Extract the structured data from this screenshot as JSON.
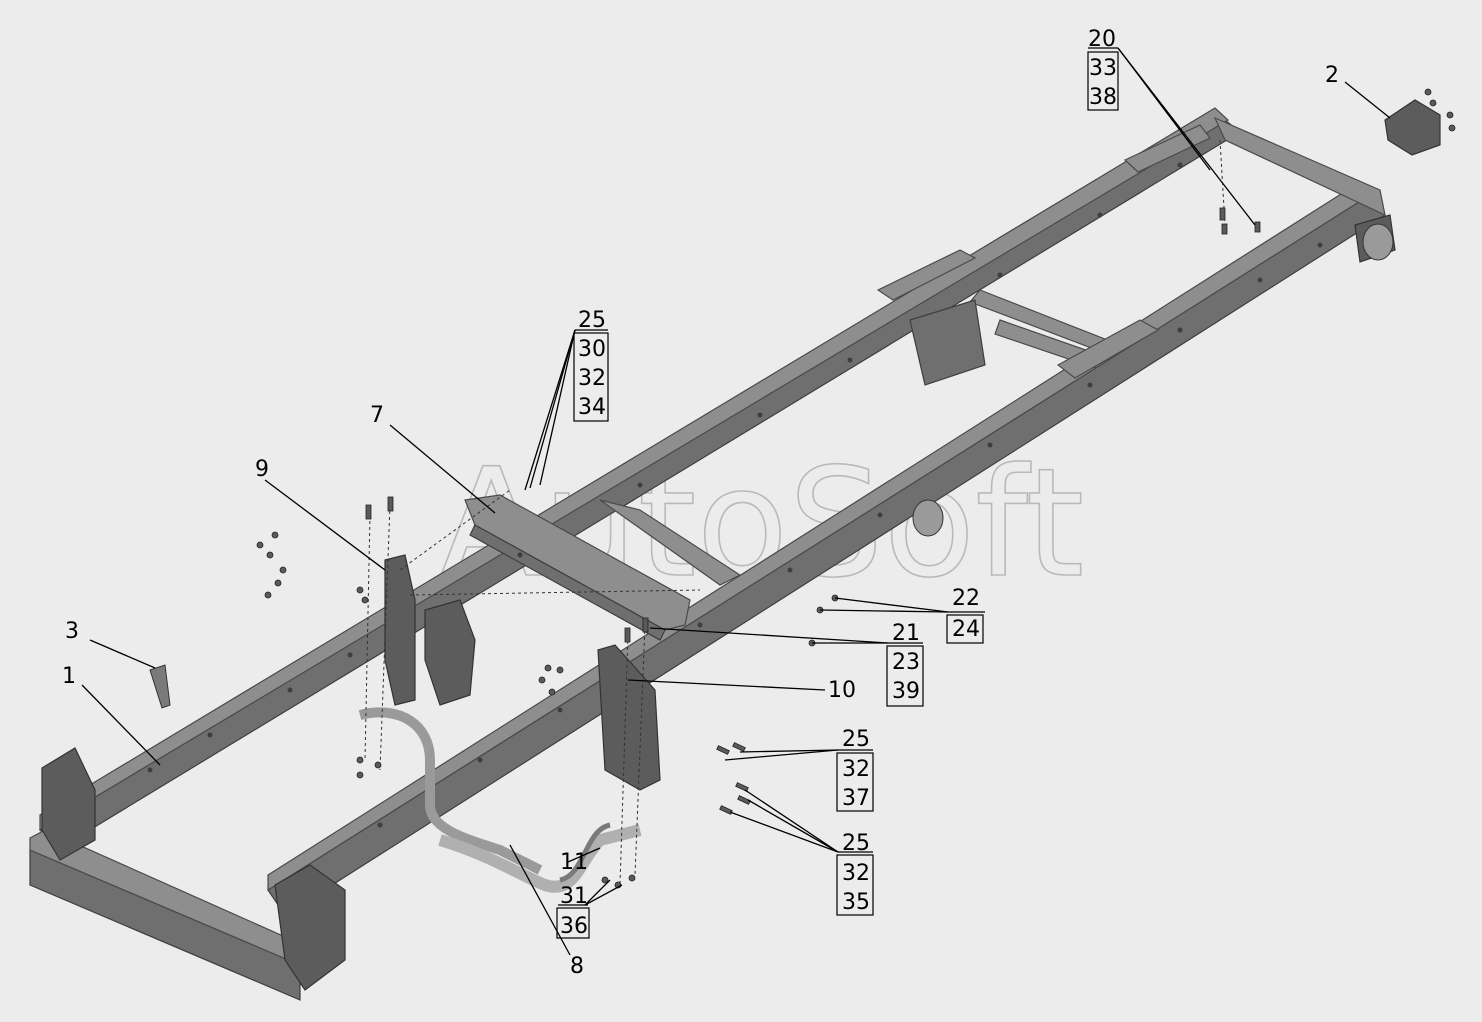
{
  "watermark": "AutoSoft",
  "callouts": {
    "c1": "1",
    "c2": "2",
    "c3": "3",
    "c7": "7",
    "c8": "8",
    "c9": "9",
    "c10": "10",
    "c11": "11",
    "g20": [
      "20",
      "33",
      "38"
    ],
    "g25a": [
      "25",
      "30",
      "32",
      "34"
    ],
    "g22": [
      "22",
      "24"
    ],
    "g21": [
      "21",
      "23",
      "39"
    ],
    "g25b": [
      "25",
      "32",
      "37"
    ],
    "g25c": [
      "25",
      "32",
      "35"
    ],
    "g31": [
      "31",
      "36"
    ]
  }
}
